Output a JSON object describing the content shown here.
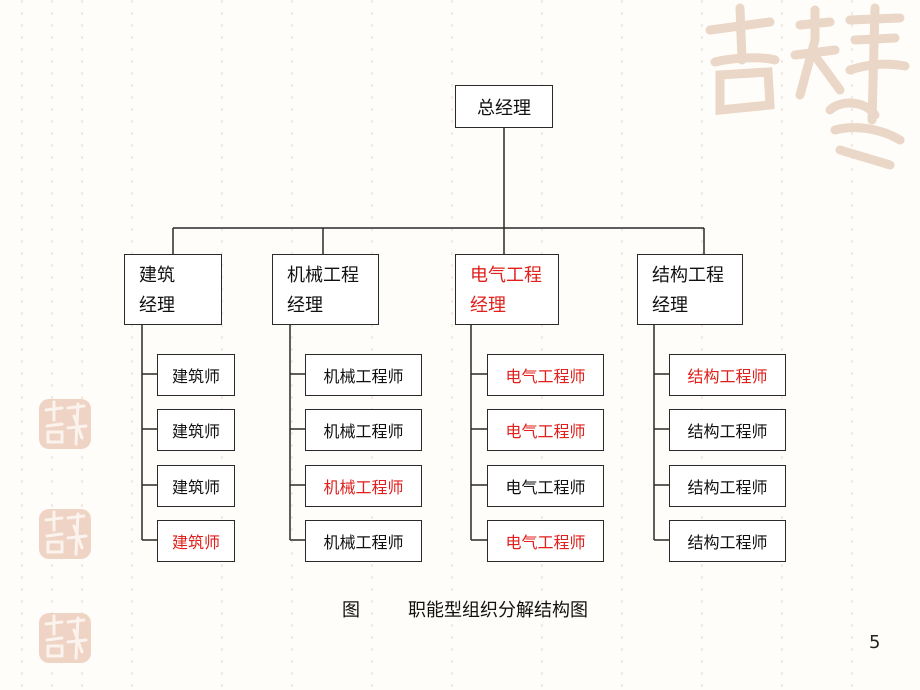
{
  "org_chart": {
    "root": {
      "label": "总经理"
    },
    "departments": [
      {
        "manager": {
          "lines": [
            "建筑",
            "经理"
          ],
          "highlight": false
        },
        "staff": [
          {
            "label": "建筑师",
            "highlight": false
          },
          {
            "label": "建筑师",
            "highlight": false
          },
          {
            "label": "建筑师",
            "highlight": false
          },
          {
            "label": "建筑师",
            "highlight": true
          }
        ]
      },
      {
        "manager": {
          "lines": [
            "机械工程",
            "经理"
          ],
          "highlight": false
        },
        "staff": [
          {
            "label": "机械工程师",
            "highlight": false
          },
          {
            "label": "机械工程师",
            "highlight": false
          },
          {
            "label": "机械工程师",
            "highlight": true
          },
          {
            "label": "机械工程师",
            "highlight": false
          }
        ]
      },
      {
        "manager": {
          "lines": [
            "电气工程",
            "经理"
          ],
          "highlight": true
        },
        "staff": [
          {
            "label": "电气工程师",
            "highlight": true
          },
          {
            "label": "电气工程师",
            "highlight": true
          },
          {
            "label": "电气工程师",
            "highlight": false
          },
          {
            "label": "电气工程师",
            "highlight": true
          }
        ]
      },
      {
        "manager": {
          "lines": [
            "结构工程",
            "经理"
          ],
          "highlight": false
        },
        "staff": [
          {
            "label": "结构工程师",
            "highlight": true
          },
          {
            "label": "结构工程师",
            "highlight": false
          },
          {
            "label": "结构工程师",
            "highlight": false
          },
          {
            "label": "结构工程师",
            "highlight": false
          }
        ]
      }
    ]
  },
  "caption": {
    "prefix": "图",
    "title": "职能型组织分解结构图"
  },
  "page_number": "5",
  "decoration": {
    "watermark_text": "吉祥意",
    "seal_text": "吉祥意",
    "colors": {
      "highlight": "#e0201c",
      "line": "#2a2a2a",
      "watermark": "#ead7c7",
      "seal": "#e9c3b1"
    }
  }
}
